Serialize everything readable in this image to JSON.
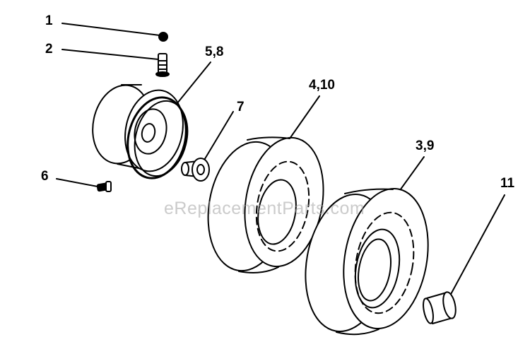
{
  "callouts": {
    "c1": "1",
    "c2": "2",
    "c58": "5,8",
    "c7": "7",
    "c410": "4,10",
    "c39": "3,9",
    "c6": "6",
    "c11": "11"
  },
  "watermark": "eReplacementParts.com",
  "colors": {
    "ink": "#000000",
    "background": "#ffffff"
  }
}
